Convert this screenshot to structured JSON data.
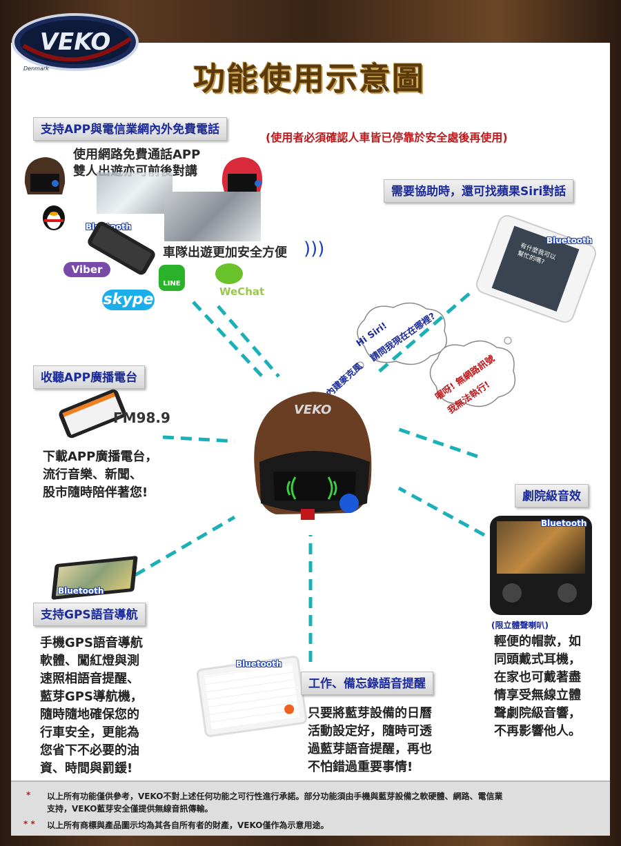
{
  "brand": {
    "logo_text": "VEKO",
    "sub_text": "Denmark"
  },
  "title": "功能使用示意圖",
  "notice": "(使用者必須確認人車皆已停靠於安全處後再使用)",
  "sections": {
    "free_call": {
      "tag": "支持APP與電信業網內外免費電話",
      "line1": "使用網路免費通話APP",
      "line2": "雙人出遊亦可前後對講",
      "convoy": "車隊出遊更加安全方便"
    },
    "siri": {
      "tag": "需要協助時，還可找蘋果Siri對話",
      "phone_text1": "有什麼我可以",
      "phone_text2": "幫忙的嗎?"
    },
    "radio": {
      "tag": "收聽APP廣播電台",
      "freq": "FM98.9",
      "lines": [
        "下載APP廣播電台，",
        "流行音樂、新聞、",
        "股市隨時陪伴著您!"
      ]
    },
    "theater": {
      "tag": "劇院級音效",
      "note": "(限立體聲喇叭)",
      "lines": [
        "輕便的帽款，如",
        "同頭戴式耳機，",
        "在家也可戴著盡",
        "情享受無線立體",
        "聲劇院級音響，",
        "不再影響他人。"
      ]
    },
    "gps": {
      "tag": "支持GPS語音導航",
      "lines": [
        "手機GPS語音導航",
        "軟體、闖紅燈與測",
        "速照相語音提醒、",
        "藍芽GPS導航機，",
        "隨時隨地確保您的",
        "行車安全，更能為",
        "您省下不必要的油",
        "資、時間與罰鍰!"
      ]
    },
    "memo": {
      "tag": "工作、備忘錄語音提醒",
      "lines": [
        "只要將藍芽設備的日曆",
        "活動設定好，隨時可透",
        "過藍芽語音提醒，再也",
        "不怕錯過重要事情!"
      ]
    }
  },
  "bubbles": {
    "mic": "透過內建麥克風",
    "siri1": "Hi Siri!",
    "siri2": "請問我現在在哪裡?",
    "reply1": "喔呀! 無網路訊號",
    "reply2": "我無法執行!"
  },
  "apps": {
    "viber": "Viber",
    "skype": "skype",
    "line": "LINE",
    "wechat": "WeChat"
  },
  "bluetooth": "Bluetooth",
  "footer": {
    "mark1": "*",
    "line1a": "以上所有功能僅供參考，VEKO不對上述任何功能之可行性進行承諾。部分功能須由手機與藍芽設備之軟硬體、網路、電信業",
    "line1b": "支持，VEKO藍芽安全僅提供無線音訊傳輸。",
    "mark2": "* *",
    "line2": "以上所有商標與產品圖示均為其各自所有者的財產，VEKO僅作為示意用途。"
  },
  "colors": {
    "tag_text": "#1a2a9a",
    "notice": "#c0181a",
    "arrow": "#1ab0b8",
    "helmet": "#6a3e22"
  }
}
